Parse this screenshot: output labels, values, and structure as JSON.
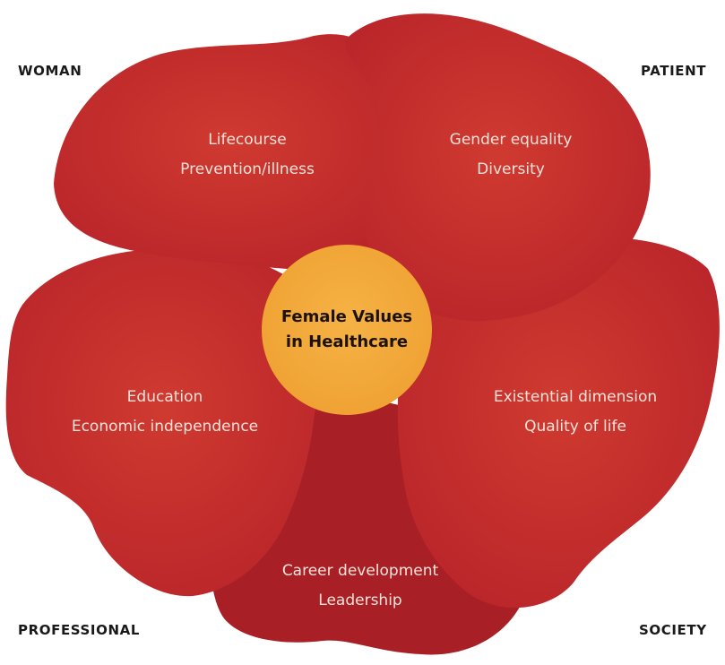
{
  "corners": {
    "woman": "WOMAN",
    "patient": "PATIENT",
    "professional": "PROFESSIONAL",
    "society": "SOCIETY"
  },
  "center": {
    "line1": "Female Values",
    "line2": "in Healthcare"
  },
  "petals": {
    "woman": {
      "line1": "Lifecourse",
      "line2": "Prevention/illness"
    },
    "patient": {
      "line1": "Gender equality",
      "line2": "Diversity"
    },
    "professional": {
      "line1": "Education",
      "line2": "Economic independence"
    },
    "society": {
      "line1": "Existential dimension",
      "line2": "Quality of life"
    },
    "career": {
      "line1": "Career development",
      "line2": "Leadership"
    }
  },
  "colors": {
    "petal": "#c22a2a",
    "petal_dark": "#a91f26",
    "center": "#f3a53a",
    "petal_text": "#f6e3da"
  }
}
